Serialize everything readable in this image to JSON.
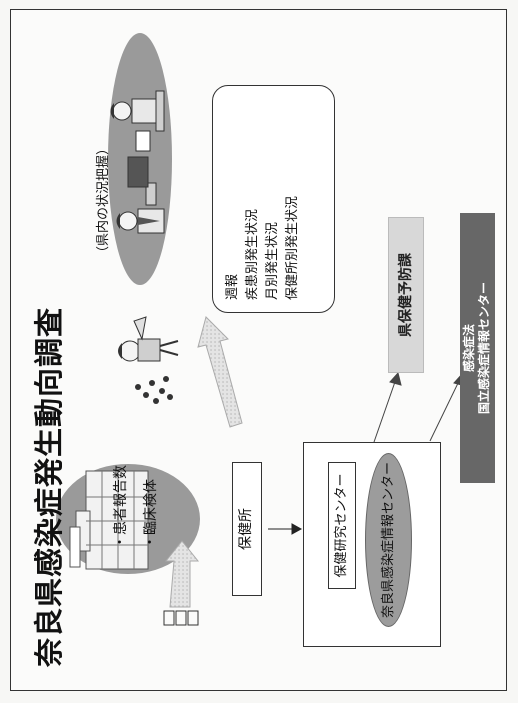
{
  "diagram": {
    "title": "奈良県感染症発生動向調査",
    "subtitle": "（県内の状況把握）",
    "bullets": [
      "・患者報告数",
      "・臨床検体"
    ],
    "hokenjo": "保健所",
    "research_center": "保健研究センター",
    "info_center": "奈良県感染症情報センター",
    "report_lines": [
      "週報",
      "疾患別発生状況",
      "月別発生状況",
      "保健所別発生状況"
    ],
    "prefecture_division": "県保健予防課",
    "national_center_lines": [
      "感染症法",
      "国立感染症情報センター"
    ]
  },
  "colors": {
    "info_center_fill": "#9c9c9c",
    "national_center_fill": "#676767",
    "prefecture_fill": "#d8d8d8"
  }
}
